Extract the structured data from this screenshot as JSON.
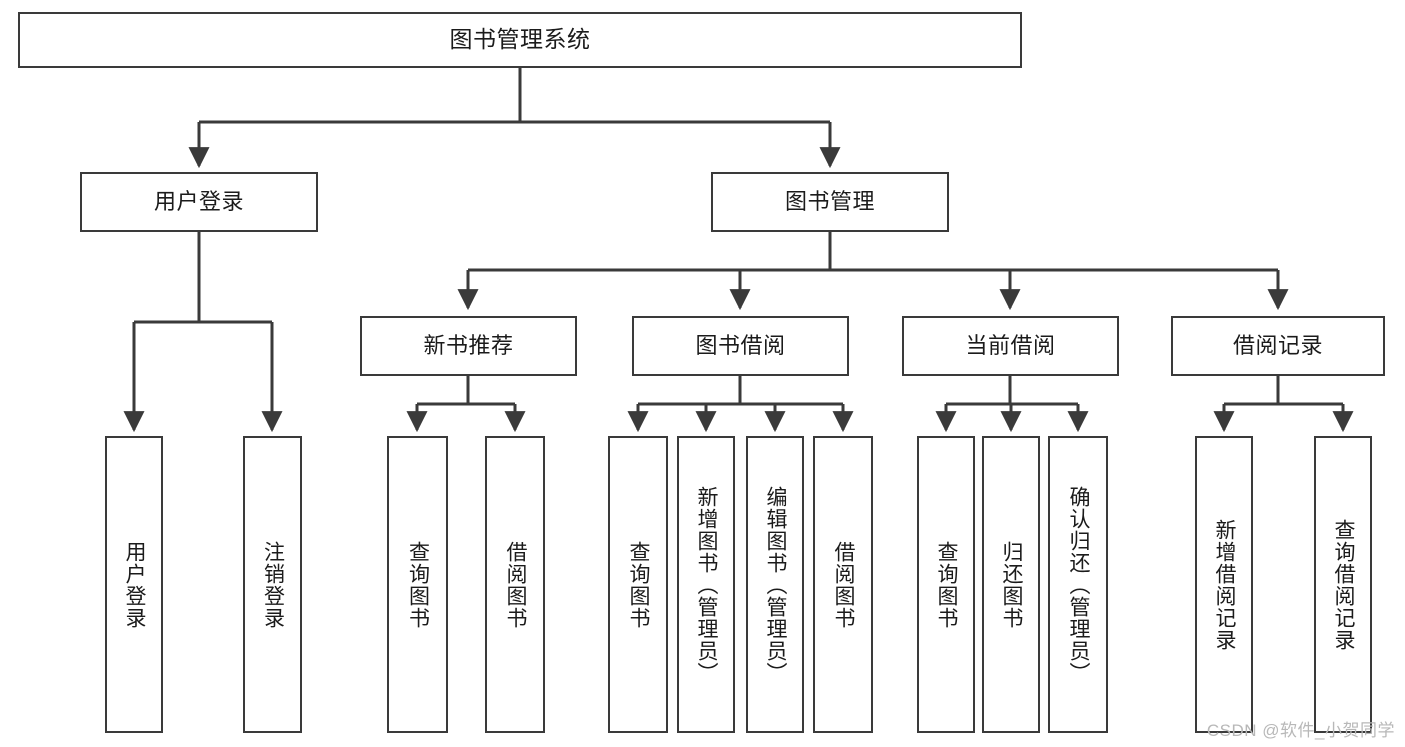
{
  "diagram": {
    "type": "tree-hierarchy-chart",
    "title": "图书管理系统",
    "nodes": {
      "root": {
        "label": "图书管理系统",
        "level": 0
      },
      "level1": [
        {
          "id": "user-login",
          "label": "用户登录"
        },
        {
          "id": "book-manage",
          "label": "图书管理"
        }
      ],
      "level2": [
        {
          "id": "new-book-recommend",
          "label": "新书推荐",
          "parent": "book-manage"
        },
        {
          "id": "book-borrow",
          "label": "图书借阅",
          "parent": "book-manage"
        },
        {
          "id": "current-borrow",
          "label": "当前借阅",
          "parent": "book-manage"
        },
        {
          "id": "borrow-record",
          "label": "借阅记录",
          "parent": "book-manage"
        }
      ],
      "leaves": {
        "user-login": [
          {
            "id": "leaf-user-login",
            "label": "用户登录"
          },
          {
            "id": "leaf-logout",
            "label": "注销登录"
          }
        ],
        "new-book-recommend": [
          {
            "id": "leaf-query-book-1",
            "label": "查询图书"
          },
          {
            "id": "leaf-borrow-book-1",
            "label": "借阅图书"
          }
        ],
        "book-borrow": [
          {
            "id": "leaf-query-book-2",
            "label": "查询图书"
          },
          {
            "id": "leaf-add-book",
            "label": "新增图书（管理员）"
          },
          {
            "id": "leaf-edit-book",
            "label": "编辑图书（管理员）"
          },
          {
            "id": "leaf-borrow-book-2",
            "label": "借阅图书"
          }
        ],
        "current-borrow": [
          {
            "id": "leaf-query-book-3",
            "label": "查询图书"
          },
          {
            "id": "leaf-return-book",
            "label": "归还图书"
          },
          {
            "id": "leaf-confirm-return",
            "label": "确认归还（管理员）"
          }
        ],
        "borrow-record": [
          {
            "id": "leaf-add-record",
            "label": "新增借阅记录"
          },
          {
            "id": "leaf-query-record",
            "label": "查询借阅记录"
          }
        ]
      }
    },
    "watermark": "CSDN @软件_小贺同学",
    "colors": {
      "stroke": "#3a3a3a",
      "fill": "#ffffff",
      "text": "#1b1b1b",
      "watermark": "#b8b8b8"
    }
  }
}
